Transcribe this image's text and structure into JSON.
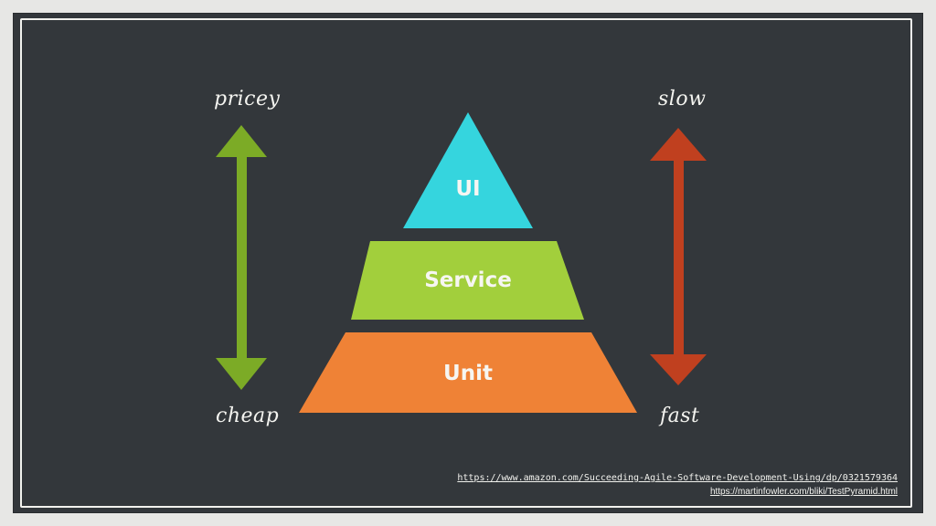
{
  "labels": {
    "top_left": "pricey",
    "bottom_left": "cheap",
    "top_right": "slow",
    "bottom_right": "fast"
  },
  "pyramid": {
    "tiers": [
      {
        "label": "UI",
        "color": "#35d5de"
      },
      {
        "label": "Service",
        "color": "#a2cf3c"
      },
      {
        "label": "Unit",
        "color": "#ef8236"
      }
    ]
  },
  "arrows": {
    "left_color": "#7cab26",
    "right_color": "#c0401f"
  },
  "references": [
    "https://www.amazon.com/Succeeding-Agile-Software-Development-Using/dp/0321579364",
    "https://martinfowler.com/bliki/TestPyramid.html"
  ]
}
